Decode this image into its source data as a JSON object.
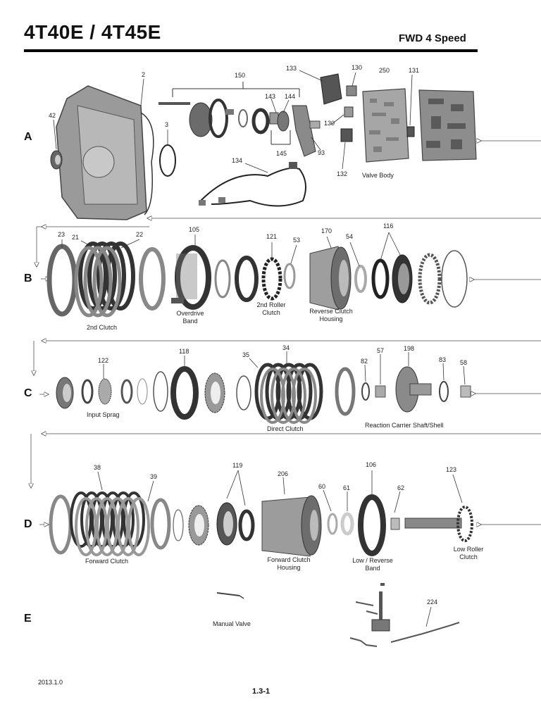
{
  "header": {
    "title": "4T40E / 4T45E",
    "subtitle": "FWD 4 Speed"
  },
  "rows": {
    "a": "A",
    "b": "B",
    "c": "C",
    "d": "D",
    "e": "E"
  },
  "callouts": {
    "n2": "2",
    "n3": "3",
    "n42": "42",
    "n150": "150",
    "n133": "133",
    "n130a": "130",
    "n250": "250",
    "n131": "131",
    "n143": "143",
    "n144": "144",
    "n145": "145",
    "n93": "93",
    "n130b": "130",
    "n132": "132",
    "n134": "134",
    "n23": "23",
    "n21": "21",
    "n22": "22",
    "n105": "105",
    "n121": "121",
    "n53": "53",
    "n170": "170",
    "n54": "54",
    "n116": "116",
    "n122": "122",
    "n118": "118",
    "n35": "35",
    "n34": "34",
    "n82": "82",
    "n57": "57",
    "n198": "198",
    "n83": "83",
    "n58": "58",
    "n38": "38",
    "n39": "39",
    "n119": "119",
    "n206": "206",
    "n60": "60",
    "n61": "61",
    "n106": "106",
    "n62": "62",
    "n123": "123",
    "n224": "224"
  },
  "labels": {
    "valve_body": "Valve Body",
    "second_clutch": "2nd Clutch",
    "overdrive_band_1": "Overdrive",
    "overdrive_band_2": "Band",
    "second_roller_1": "2nd Roller",
    "second_roller_2": "Clutch",
    "reverse_housing_1": "Reverse Clutch",
    "reverse_housing_2": "Housing",
    "input_sprag": "Input Sprag",
    "direct_clutch": "Direct Clutch",
    "reaction_carrier": "Reaction Carrier Shaft/Shell",
    "forward_clutch": "Forward Clutch",
    "fwd_housing_1": "Forward Clutch",
    "fwd_housing_2": "Housing",
    "low_reverse_1": "Low / Reverse",
    "low_reverse_2": "Band",
    "low_roller_1": "Low Roller",
    "low_roller_2": "Clutch",
    "manual_valve": "Manual Valve"
  },
  "footer": {
    "version": "2013.1.0",
    "page": "1.3-1"
  }
}
